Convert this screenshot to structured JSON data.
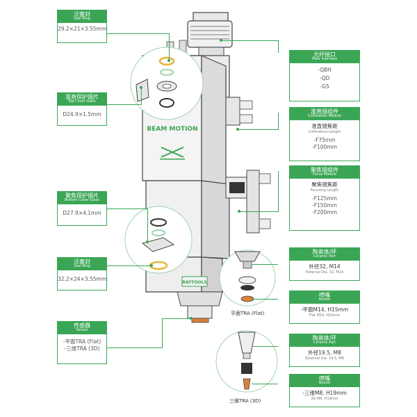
{
  "seal_ring_top": {
    "zh": "泛塞封",
    "en": "Seal Ring",
    "value": "29.2×21×3.55mm"
  },
  "top_cover_glass": {
    "zh": "准直保护镜片",
    "en": "Top Cover Glass",
    "value": "D24.9×1.5mm"
  },
  "bottom_cover_glass": {
    "zh": "聚焦保护镜片",
    "en": "Bottom Cover Glass",
    "value": "D27.9×4.1mm"
  },
  "seal_ring_bottom": {
    "zh": "泛塞封",
    "en": "Seal Ring",
    "value": "32.2×24×3.55mm"
  },
  "sensor": {
    "zh": "传感器",
    "en": "Sensor",
    "items": [
      "-平面TRA (Flat)",
      "-三维TRA (3D)"
    ]
  },
  "fiber_interface": {
    "zh": "光纤接口",
    "en": "Fiber Interface",
    "items": [
      "-QBH",
      "-QD",
      "-G5"
    ]
  },
  "collimation_module": {
    "zh": "准直镜组件",
    "en": "Collimation Module",
    "sub_zh": "准直镜焦距",
    "sub_en": "Collimation Length",
    "items": [
      "-F75mm",
      "-F100mm"
    ]
  },
  "focus_module": {
    "zh": "聚焦镜组件",
    "en": "Focus Module",
    "sub_zh": "聚焦镜焦距",
    "sub_en": "Focusing Length",
    "items": [
      "-F125mm",
      "-F150mm",
      "-F200mm"
    ]
  },
  "ceramic_part_1": {
    "zh": "陶瓷体/环",
    "en": "Ceramic Part",
    "value": "外径32, M14",
    "small": "External Dia. 32, M14"
  },
  "nozzle_1": {
    "zh": "喷嘴",
    "en": "Nozzle",
    "value": "-平面M14, H15mm",
    "small": "Flat M14, H15mm"
  },
  "ceramic_part_2": {
    "zh": "陶瓷体/环",
    "en": "Ceramic Part",
    "value": "外径19.5, M8",
    "small": "External Dia. 19.5, M8"
  },
  "nozzle_2": {
    "zh": "喷嘴",
    "en": "Nozzle",
    "value": "-三维M8, H19mm",
    "small": "3D M8, H19mm"
  },
  "flat_tra_label": "平面TRA (Flat)",
  "tra_3d_label": "三维TRA (3D)",
  "brand": "BEAM MOTION",
  "logo": "RAYTOOLS",
  "colors": {
    "accent": "#3aa655",
    "gold": "#e6b43a",
    "copper": "#d7823a"
  }
}
